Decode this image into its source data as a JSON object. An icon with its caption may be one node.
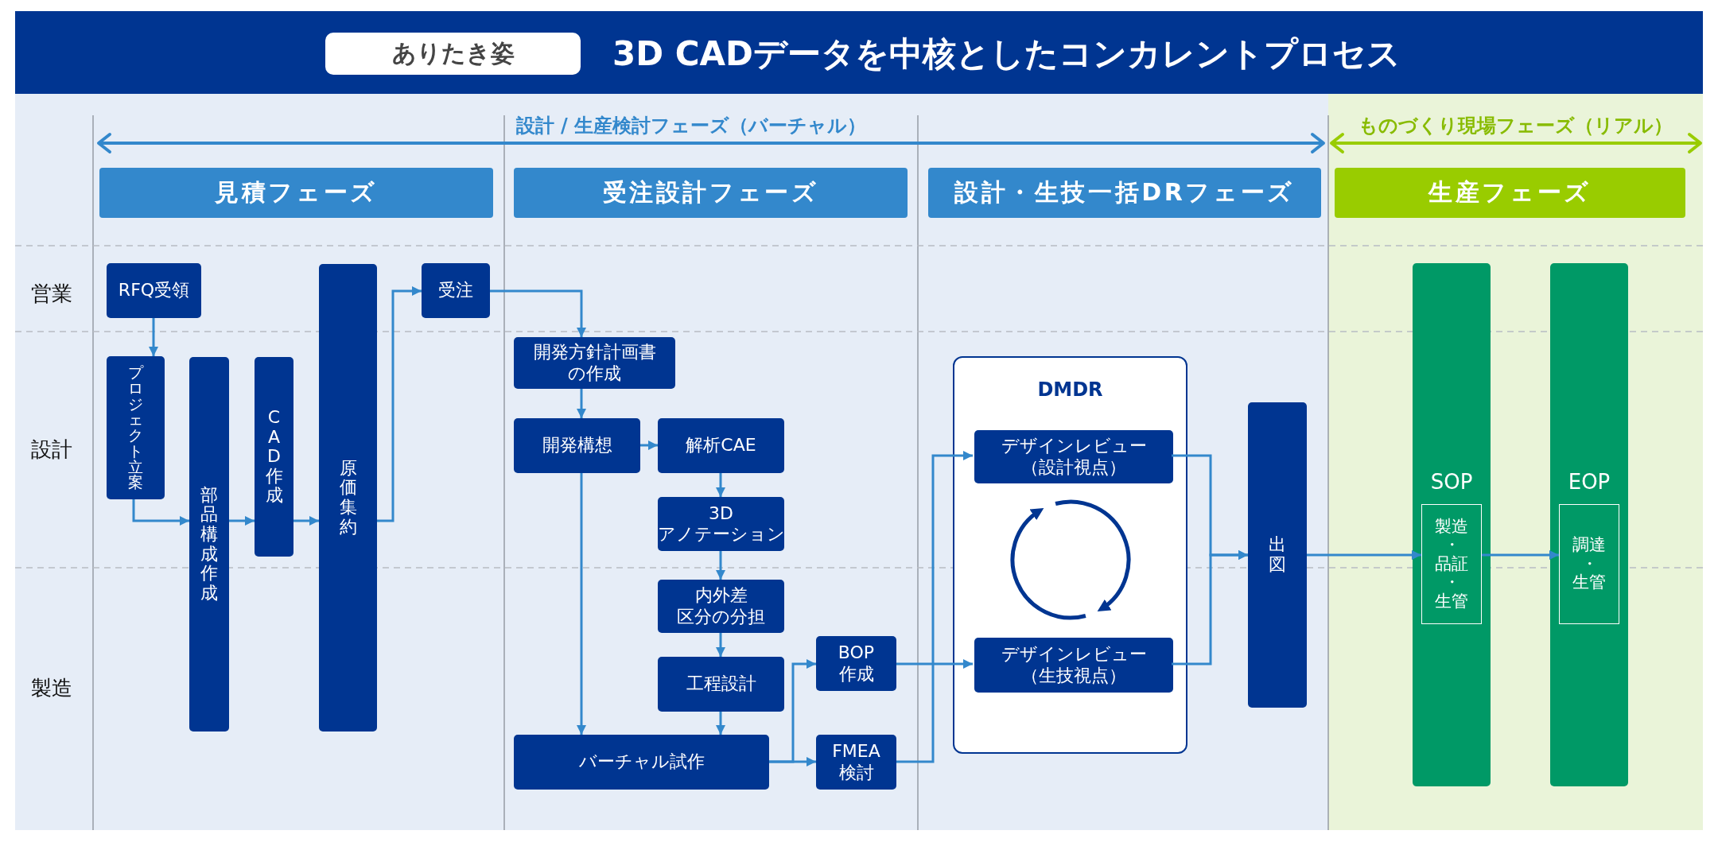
{
  "diagram": {
    "title": "3D CADデータを中核としたコンカレントプロセス",
    "nodes": [
      {
        "text": [
          "ありたき姿"
        ]
      },
      {
        "text": [
          "見積フェーズ"
        ]
      },
      {
        "text": [
          "受注設計フェーズ"
        ]
      },
      {
        "text": [
          "設計・生技一括DRフェーズ"
        ]
      },
      {
        "text": [
          "生産フェーズ"
        ]
      },
      {
        "text": [
          "RFQ受領"
        ]
      },
      {
        "text": [
          "プロジェクト立案"
        ]
      },
      {
        "text": [
          "部品構成作成"
        ]
      },
      {
        "text": [
          "CAD作成"
        ]
      },
      {
        "text": [
          "原価集約"
        ]
      },
      {
        "text": [
          "受注"
        ]
      },
      {
        "text": [
          "開発方針計画書の作成"
        ]
      },
      {
        "text": [
          "開発構想"
        ]
      },
      {
        "text": [
          "解析CAE"
        ]
      },
      {
        "text": [
          "3D アノテーション"
        ]
      },
      {
        "text": [
          "内外差区分の分担"
        ]
      },
      {
        "text": [
          "工程設計"
        ]
      },
      {
        "text": [
          "バーチャル試作"
        ]
      },
      {
        "text": [
          "BOP作成"
        ]
      },
      {
        "text": [
          "FMEA検討"
        ]
      },
      {
        "text": [
          "DMDR"
        ]
      },
      {
        "text": [
          "デザインレビュー（設計視点）"
        ],
        "in": 20
      },
      {
        "text": [
          "デザインレビュー（生技視点）"
        ],
        "in": 20
      },
      {
        "text": [
          "出図"
        ]
      },
      {
        "text": [
          "SOP"
        ]
      },
      {
        "text": [
          "製造・品証・生管"
        ],
        "in": 24
      },
      {
        "text": [
          "EOP"
        ]
      },
      {
        "text": [
          "調達・生管"
        ],
        "in": 26
      }
    ],
    "edges": [
      {
        "from": 5,
        "to": 6,
        "arrow": "to"
      },
      {
        "from": 6,
        "to": 7,
        "arrow": "to"
      },
      {
        "from": 7,
        "to": 8,
        "arrow": "to"
      },
      {
        "from": 8,
        "to": 9,
        "arrow": "to"
      },
      {
        "from": 9,
        "to": 10,
        "arrow": "to"
      },
      {
        "from": 10,
        "to": 11,
        "arrow": "to"
      },
      {
        "from": 11,
        "to": 12,
        "arrow": "to"
      },
      {
        "from": 12,
        "to": 13,
        "arrow": "to"
      },
      {
        "from": 12,
        "to": 17,
        "arrow": "to"
      },
      {
        "from": 13,
        "to": 14,
        "arrow": "to"
      },
      {
        "from": 14,
        "to": 15,
        "arrow": "to"
      },
      {
        "from": 15,
        "to": 16,
        "arrow": "to"
      },
      {
        "from": 16,
        "to": 17,
        "arrow": "to"
      },
      {
        "from": 17,
        "to": 18,
        "arrow": "to"
      },
      {
        "from": 17,
        "to": 19,
        "arrow": "to"
      },
      {
        "from": 18,
        "to": 22,
        "arrow": "to"
      },
      {
        "from": 19,
        "to": 21,
        "arrow": "to"
      },
      {
        "from": 21,
        "to": 23,
        "arrow": "to"
      },
      {
        "from": 22,
        "to": 23,
        "arrow": "to"
      },
      {
        "from": 23,
        "to": 25,
        "arrow": "to"
      },
      {
        "from": 25,
        "to": 27,
        "arrow": "to"
      }
    ],
    "labels": [
      "設計 / 生産検討フェーズ（バーチャル）",
      "ものづくり現場フェーズ（リアル）",
      "営業",
      "設計",
      "製造"
    ]
  }
}
